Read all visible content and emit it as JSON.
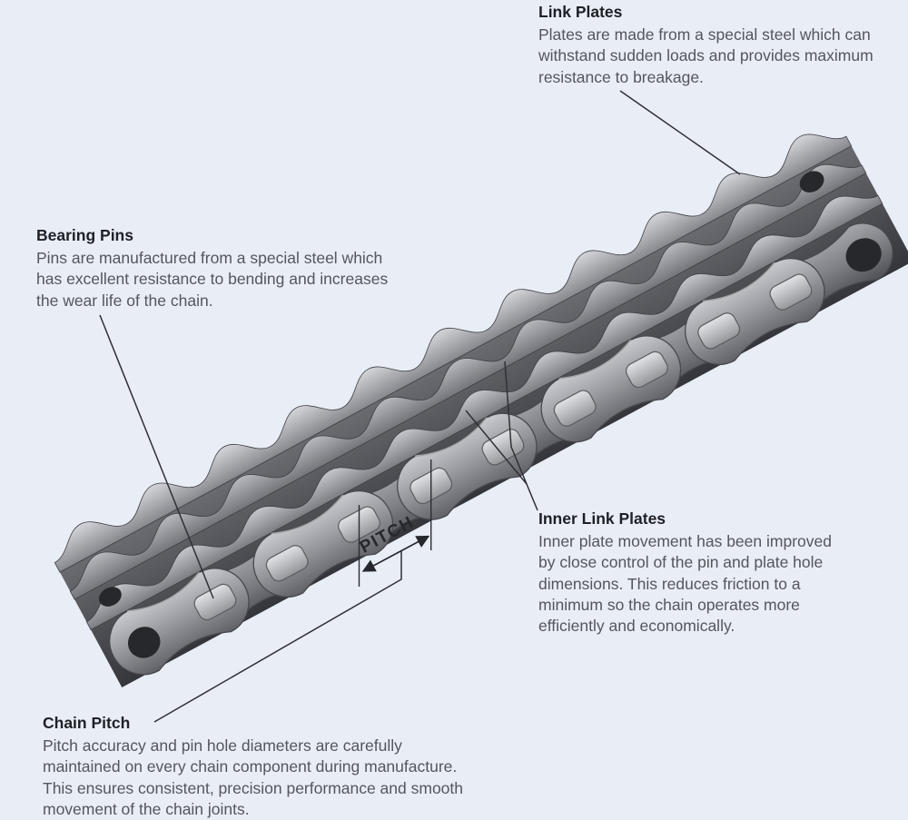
{
  "page": {
    "background": "#e9edf5"
  },
  "figure": {
    "alt": "Duplex roller chain shown diagonally from lower-left to upper-right",
    "pitch_label": "PITCH"
  },
  "annotations": {
    "link_plates": {
      "title": "Link Plates",
      "body": "Plates are made from a special steel which can\nwithstand sudden loads and provides maximum\nresistance to breakage."
    },
    "bearing_pins": {
      "title": "Bearing Pins",
      "body": "Pins are manufactured from a special steel which\nhas excellent resistance to bending and increases\nthe wear life of the chain."
    },
    "inner_link_plates": {
      "title": "Inner Link Plates",
      "body": "Inner plate movement has been improved\nby close control of the pin and plate hole\ndimensions. This reduces friction to a\nminimum so the chain operates more\nefficiently and economically."
    },
    "chain_pitch": {
      "title": "Chain Pitch",
      "body": "Pitch accuracy and pin hole diameters are carefully\nmaintained on every chain component during manufacture.\nThis ensures consistent, precision performance and smooth\nmovement of the chain joints."
    }
  },
  "colors": {
    "background": "#e9edf5",
    "text_heading": "#1e2026",
    "text_body": "#54565e",
    "leader_line": "#2e3036",
    "pitch_marker": "#26272c",
    "metal_light": "#cdcfd4",
    "metal_mid": "#8b8d92",
    "metal_dark": "#36383d"
  }
}
